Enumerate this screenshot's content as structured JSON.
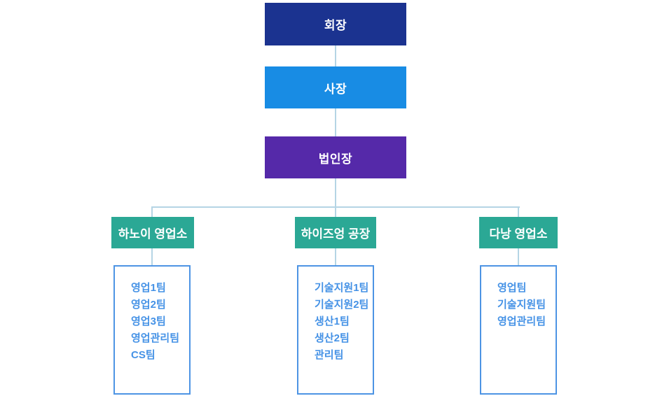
{
  "colors": {
    "chairman_bg": "#1b3390",
    "president_bg": "#188ce4",
    "director_bg": "#5529a9",
    "branch_bg": "#2ba895",
    "connector": "#b5d5e5",
    "team_box_border": "#4d94e4",
    "team_text": "#4592e6",
    "box_text": "#ffffff",
    "background": "#ffffff"
  },
  "org_chart": {
    "levels": [
      {
        "label": "회장"
      },
      {
        "label": "사장"
      },
      {
        "label": "법인장"
      }
    ],
    "branches": [
      {
        "label": "하노이 영업소",
        "teams": [
          "영업1팀",
          "영업2팀",
          "영업3팀",
          "영업관리팀",
          "CS팀"
        ]
      },
      {
        "label": "하이즈엉 공장",
        "teams": [
          "기술지원1팀",
          "기술지원2팀",
          "생산1팀",
          "생산2팀",
          "관리팀"
        ]
      },
      {
        "label": "다낭 영업소",
        "teams": [
          "영업팀",
          "기술지원팀",
          "영업관리팀"
        ]
      }
    ]
  }
}
